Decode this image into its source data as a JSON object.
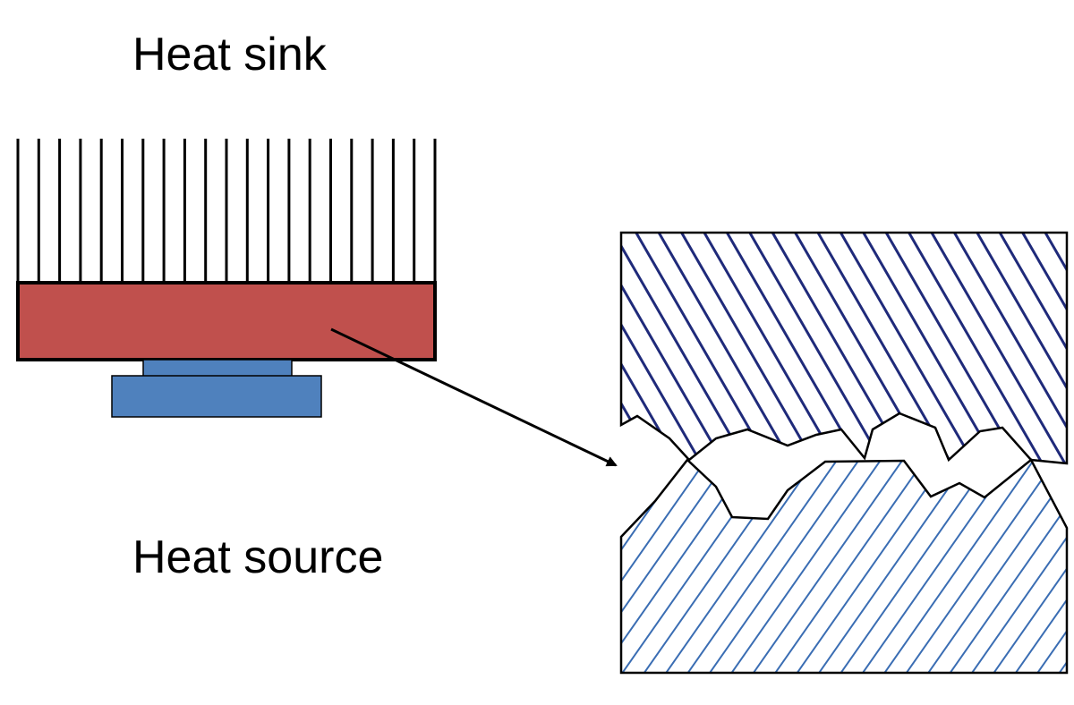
{
  "labels": {
    "heat_sink": "Heat sink",
    "heat_source": "Heat source"
  },
  "colors": {
    "background": "#ffffff",
    "sink_base": "#c0504d",
    "source_chip": "#4f81bd",
    "upper_hatch": "#1f2a7a",
    "lower_hatch": "#3a6db3",
    "outline": "#000000"
  },
  "heat_sink": {
    "fin_count": 21
  },
  "icons": {
    "zoom_arrow": "arrow-right-icon"
  }
}
